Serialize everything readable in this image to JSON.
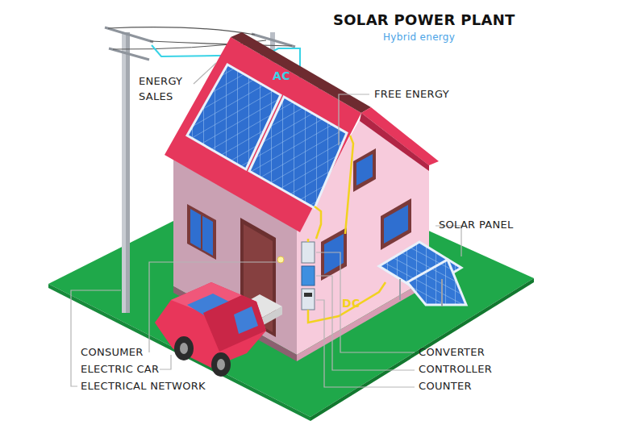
{
  "diagram": {
    "title": "SOLAR POWER PLANT",
    "labels": [
      "Hybrid energy",
      "ENERGY SALES",
      "FREE ENERGY",
      "SOLAR PANEL",
      "AC",
      "DC",
      "CONSUMER",
      "ELECTRIC CAR",
      "ELECTRICAL NETWORK",
      "CONVERTER",
      "CONTROLLER",
      "COUNTER"
    ]
  }
}
